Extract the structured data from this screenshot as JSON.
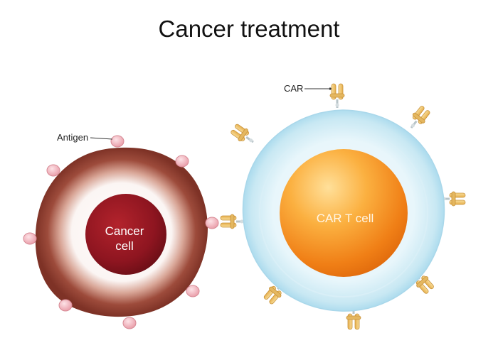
{
  "title": "Cancer treatment",
  "labels": {
    "antigen": "Antigen",
    "car": "CAR",
    "cancer_cell_line1": "Cancer",
    "cancer_cell_line2": "cell",
    "car_t_cell": "CAR T cell"
  },
  "colors": {
    "cancer_membrane": "#8c3a2c",
    "cancer_nucleus": "#9a1520",
    "antigen": "#f4b8c0",
    "car_t_membrane": "#d6f0f8",
    "car_t_nucleus": "#f28c1c",
    "car_receptor": "#f2c56a"
  }
}
